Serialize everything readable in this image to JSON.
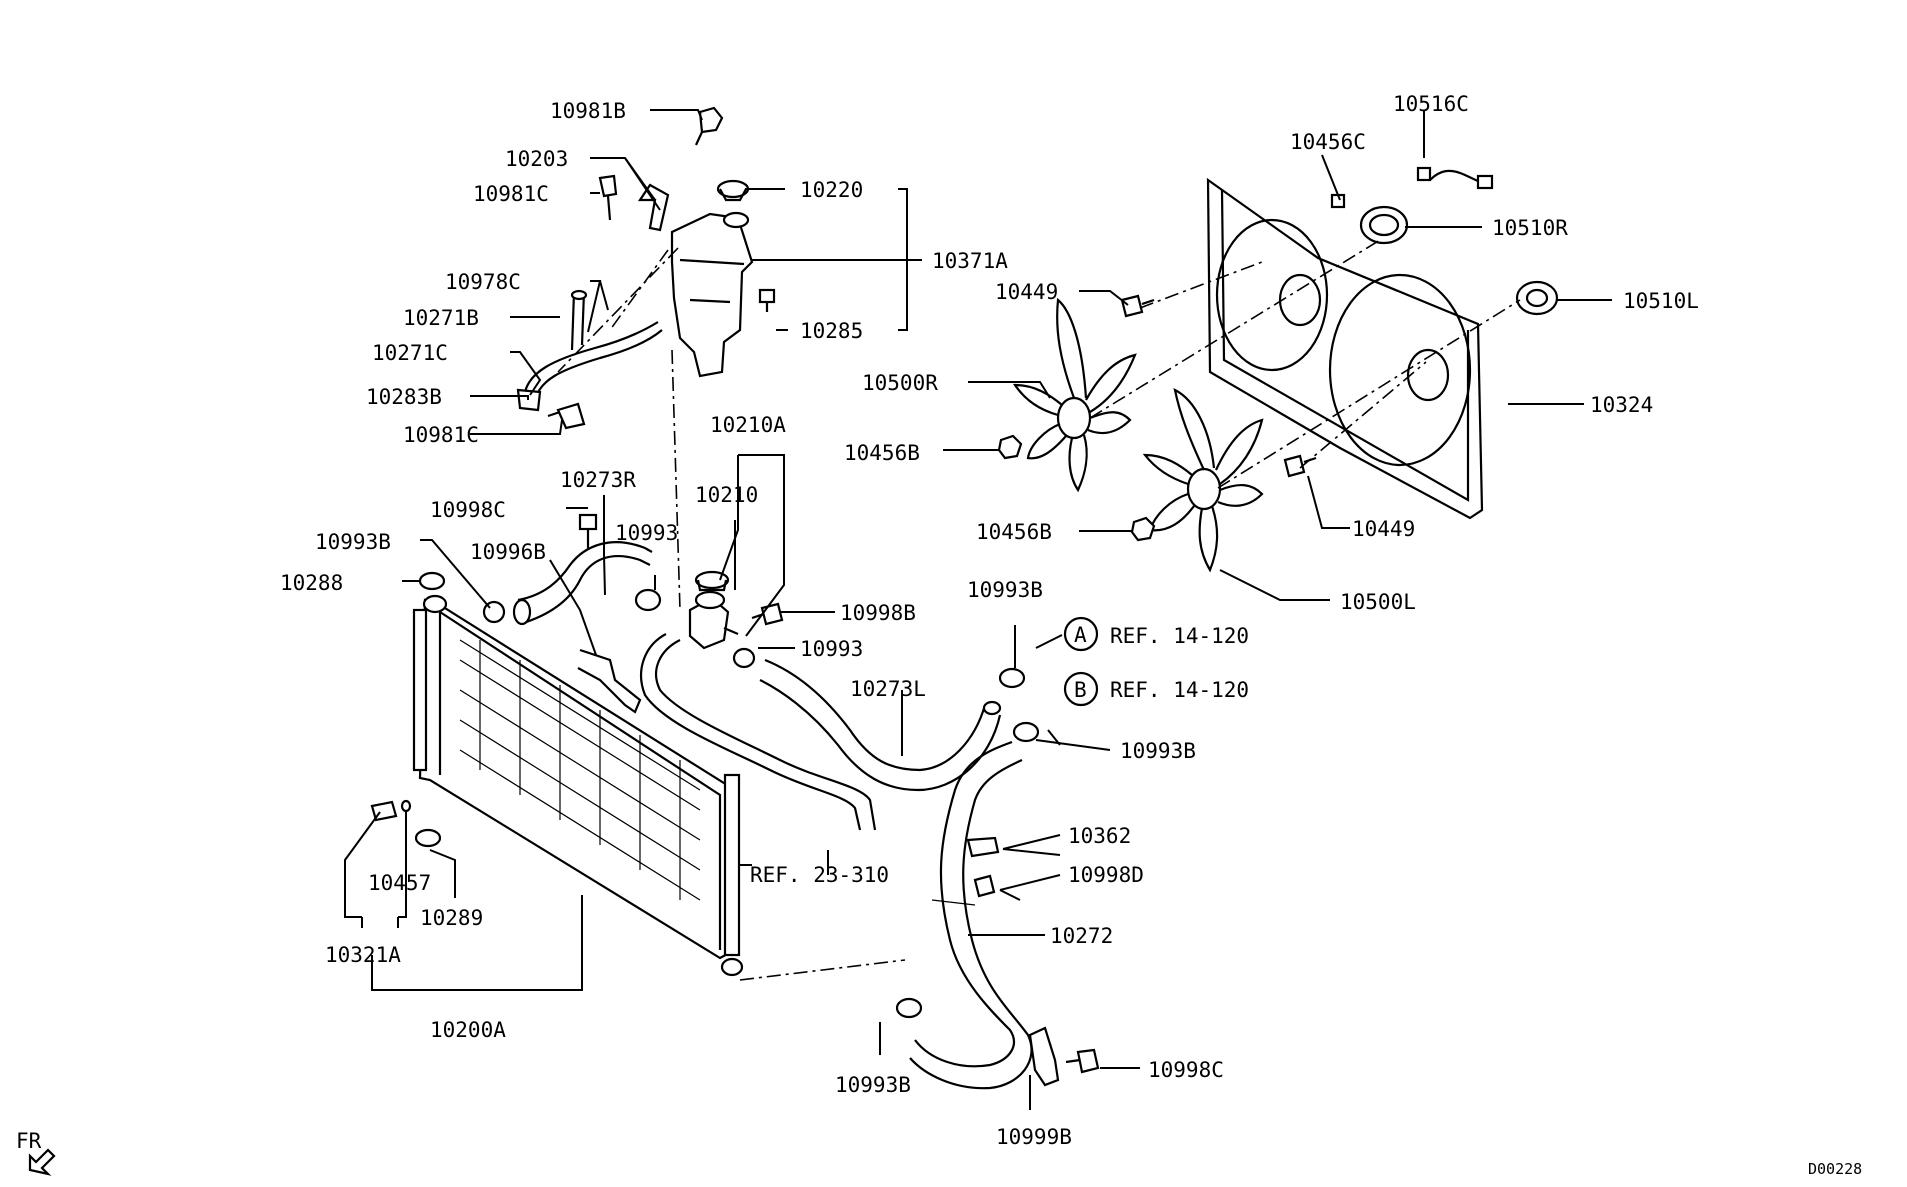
{
  "labels": {
    "p10981B": "10981B",
    "p10203": "10203",
    "p10220": "10220",
    "p10981C_a": "10981C",
    "p10371A": "10371A",
    "p10978C": "10978C",
    "p10271B": "10271B",
    "p10285": "10285",
    "p10271C": "10271C",
    "p10283B": "10283B",
    "p10981C_b": "10981C",
    "p10210A": "10210A",
    "p10273R": "10273R",
    "p10210": "10210",
    "p10998C_a": "10998C",
    "p10993_a": "10993",
    "p10993B_a": "10993B",
    "p10996B": "10996B",
    "p10288": "10288",
    "p10998B": "10998B",
    "p10993_b": "10993",
    "p10993B_b": "10993B",
    "p10273L": "10273L",
    "refA": "REF. 14-120",
    "refB": "REF. 14-120",
    "calloutA": "A",
    "calloutB": "B",
    "p10993B_c": "10993B",
    "p10362": "10362",
    "p10998D": "10998D",
    "ref23": "REF. 23-310",
    "p10272": "10272",
    "p10457": "10457",
    "p10289": "10289",
    "p10321A": "10321A",
    "p10200A": "10200A",
    "p10993B_d": "10993B",
    "p10998C_b": "10998C",
    "p10999B": "10999B",
    "p10456C": "10456C",
    "p10516C": "10516C",
    "p10510R": "10510R",
    "p10449_a": "10449",
    "p10510L": "10510L",
    "p10500R": "10500R",
    "p10324": "10324",
    "p10456B_a": "10456B",
    "p10456B_b": "10456B",
    "p10449_b": "10449",
    "p10500L": "10500L",
    "front_marker": "FR",
    "diagram_code": "D00228"
  }
}
